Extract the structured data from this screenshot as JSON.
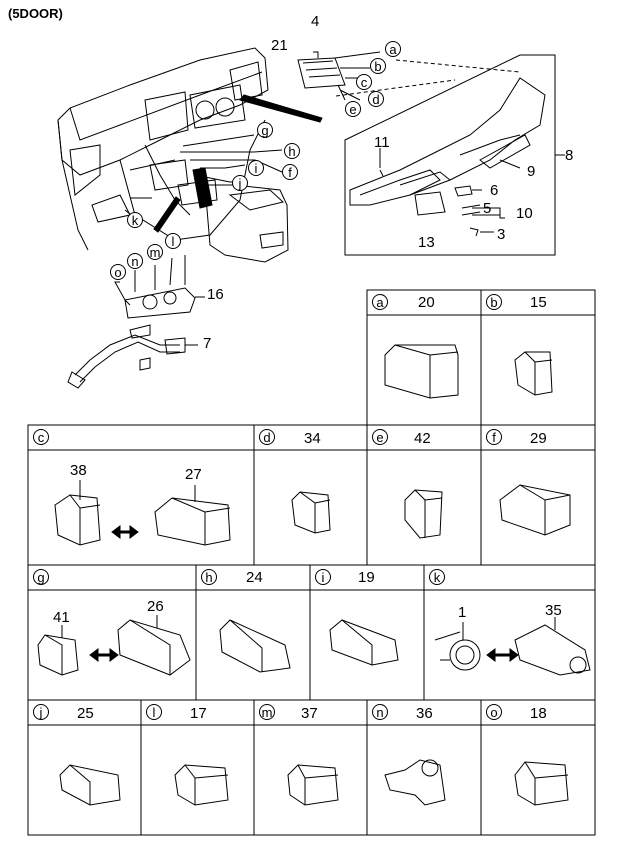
{
  "title": "(5DOOR)",
  "callouts": {
    "n4": "4",
    "n21": "21",
    "n11": "11",
    "n8": "8",
    "n9": "9",
    "n6": "6",
    "n5": "5",
    "n10": "10",
    "n3": "3",
    "n13": "13",
    "n16": "16",
    "n7": "7"
  },
  "letters": {
    "a": "a",
    "b": "b",
    "c": "c",
    "d": "d",
    "e": "e",
    "g": "g",
    "h": "h",
    "f": "f",
    "i": "i",
    "j": "j",
    "k": "k",
    "l": "l",
    "m": "m",
    "n": "n",
    "o": "o"
  },
  "cells": [
    {
      "letter": "a",
      "part": "20"
    },
    {
      "letter": "b",
      "part": "15"
    },
    {
      "letter": "c",
      "part": "",
      "sub": [
        "38",
        "27"
      ]
    },
    {
      "letter": "d",
      "part": "34"
    },
    {
      "letter": "e",
      "part": "42"
    },
    {
      "letter": "f",
      "part": "29"
    },
    {
      "letter": "g",
      "part": "",
      "sub": [
        "41",
        "26"
      ]
    },
    {
      "letter": "h",
      "part": "24"
    },
    {
      "letter": "i",
      "part": "19"
    },
    {
      "letter": "k",
      "part": "",
      "sub": [
        "1",
        "35"
      ]
    },
    {
      "letter": "j",
      "part": "25"
    },
    {
      "letter": "l",
      "part": "17"
    },
    {
      "letter": "m",
      "part": "37"
    },
    {
      "letter": "n",
      "part": "36"
    },
    {
      "letter": "o",
      "part": "18"
    }
  ],
  "colors": {
    "line": "#000000",
    "background": "#ffffff"
  }
}
